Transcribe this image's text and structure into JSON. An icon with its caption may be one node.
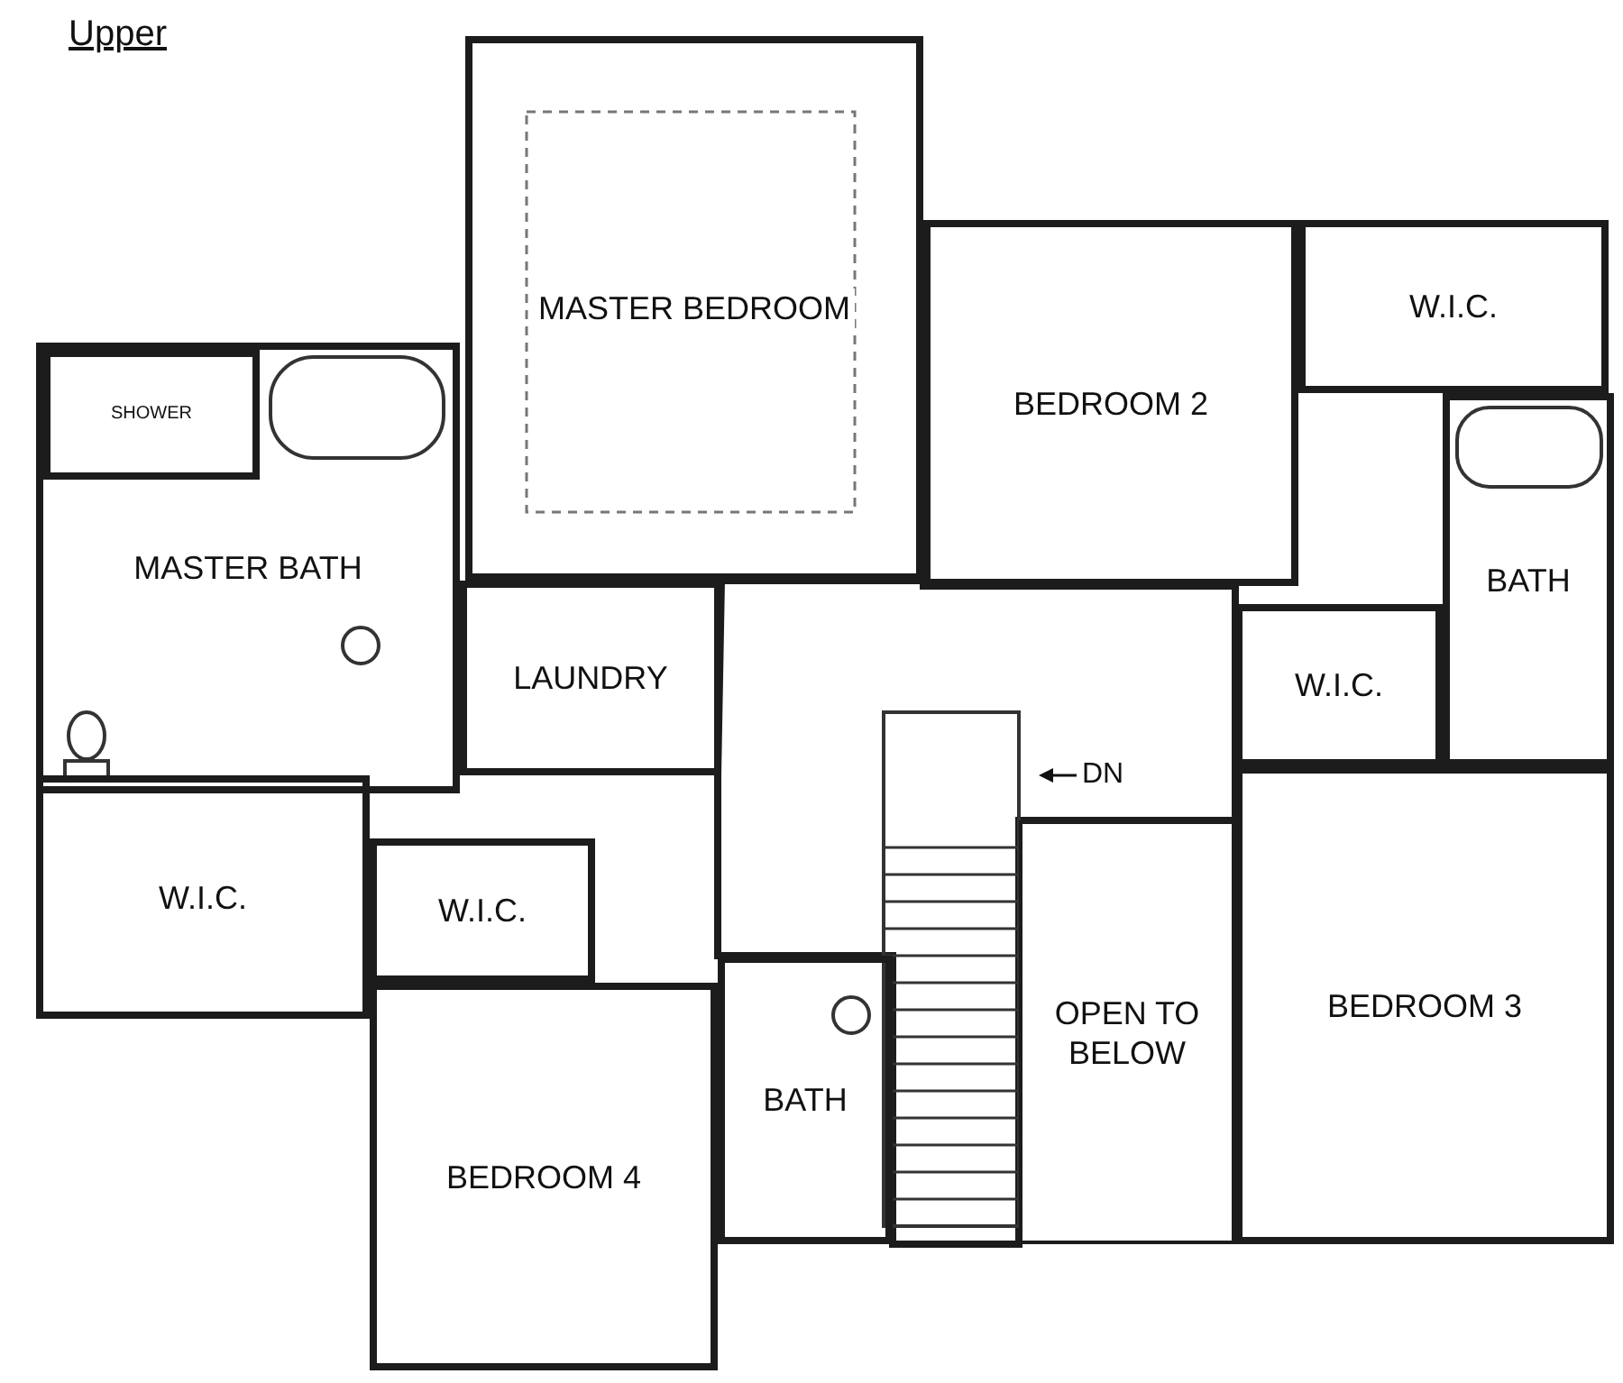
{
  "diagram": {
    "title": "Upper",
    "nodes": [
      {
        "text": [
          "MASTER BEDROOM"
        ]
      },
      {
        "text": [
          "W.I.C."
        ]
      },
      {
        "text": [
          "BEDROOM 2"
        ]
      },
      {
        "text": [
          "MASTER BATH"
        ]
      },
      {
        "text": [
          "SHOWER"
        ],
        "in": 3
      },
      {
        "text": [
          "BATH"
        ]
      },
      {
        "text": [
          "W.I.C."
        ]
      },
      {
        "text": [
          "LAUNDRY"
        ]
      },
      {
        "text": [
          "W.I.C."
        ]
      },
      {
        "text": [
          "W.I.C."
        ]
      },
      {
        "text": [
          "OPEN TO BELOW"
        ]
      },
      {
        "text": [
          "BEDROOM 3"
        ]
      },
      {
        "text": [
          "BATH"
        ]
      },
      {
        "text": [
          "BEDROOM 4"
        ]
      }
    ],
    "edges": [],
    "labels": [
      "DN"
    ]
  }
}
